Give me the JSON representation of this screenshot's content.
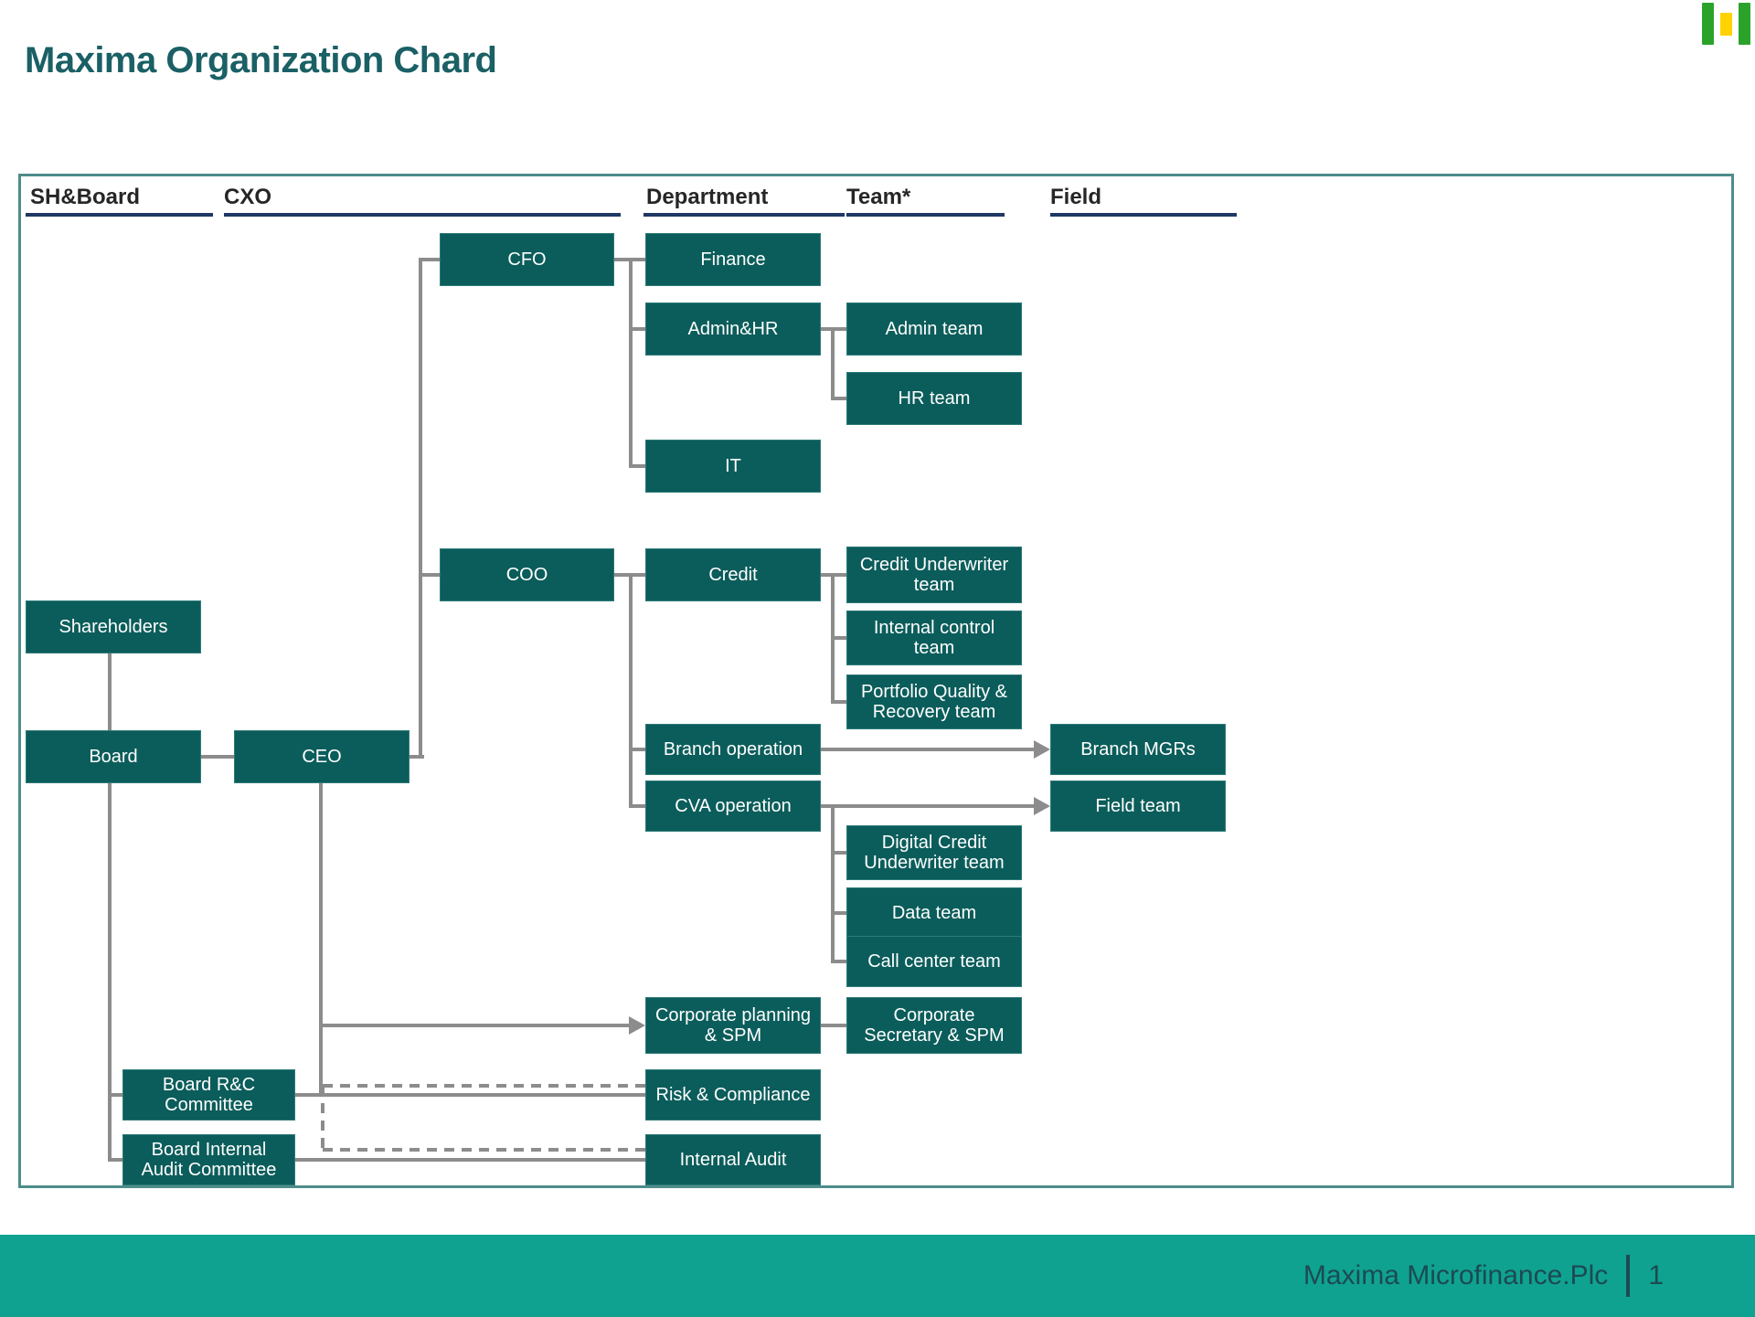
{
  "page": {
    "title": "Maxima Organization Chard"
  },
  "logo": {
    "description": "three vertical bars, green-yellow-green"
  },
  "columns": [
    {
      "id": "sh_board",
      "label": "SH&Board"
    },
    {
      "id": "cxo",
      "label": "CXO"
    },
    {
      "id": "department",
      "label": "Department"
    },
    {
      "id": "team",
      "label": "Team*"
    },
    {
      "id": "field",
      "label": "Field"
    }
  ],
  "org": {
    "nodes": [
      {
        "id": "shareholders",
        "label": "Shareholders"
      },
      {
        "id": "board",
        "label": "Board"
      },
      {
        "id": "board_rc",
        "label": "Board R&C Committee"
      },
      {
        "id": "board_ia",
        "label": "Board Internal Audit Committee"
      },
      {
        "id": "ceo",
        "label": "CEO"
      },
      {
        "id": "cfo",
        "label": "CFO"
      },
      {
        "id": "coo",
        "label": "COO"
      },
      {
        "id": "finance",
        "label": "Finance"
      },
      {
        "id": "admin_hr",
        "label": "Admin&HR"
      },
      {
        "id": "it",
        "label": "IT"
      },
      {
        "id": "credit",
        "label": "Credit"
      },
      {
        "id": "branch_op",
        "label": "Branch operation"
      },
      {
        "id": "cva_op",
        "label": "CVA operation"
      },
      {
        "id": "corp_planning",
        "label": "Corporate planning & SPM"
      },
      {
        "id": "risk_compliance",
        "label": "Risk & Compliance"
      },
      {
        "id": "internal_audit",
        "label": "Internal Audit"
      },
      {
        "id": "admin_team",
        "label": "Admin team"
      },
      {
        "id": "hr_team",
        "label": "HR team"
      },
      {
        "id": "credit_uw_team",
        "label": "Credit Underwriter team"
      },
      {
        "id": "internal_control",
        "label": "Internal control team"
      },
      {
        "id": "portfolio_team",
        "label": "Portfolio Quality & Recovery team"
      },
      {
        "id": "digital_credit",
        "label": "Digital Credit Underwriter team"
      },
      {
        "id": "data_team",
        "label": "Data team"
      },
      {
        "id": "call_center",
        "label": "Call center team"
      },
      {
        "id": "corp_secretary",
        "label": "Corporate Secretary & SPM"
      },
      {
        "id": "branch_mgrs",
        "label": "Branch MGRs"
      },
      {
        "id": "field_team",
        "label": "Field team"
      }
    ]
  },
  "footer": {
    "company": "Maxima Microfinance.Plc",
    "page_number": "1"
  },
  "colors": {
    "title": "#1A6065",
    "box": "#0B5D5B",
    "line": "#8C8C8C",
    "underline": "#1F3864",
    "frame": "#4D8D8B",
    "footer": "#0FA290",
    "footer_text": "#1C4A52",
    "logo_green": "#2BA32B",
    "logo_yellow": "#FFD200"
  }
}
